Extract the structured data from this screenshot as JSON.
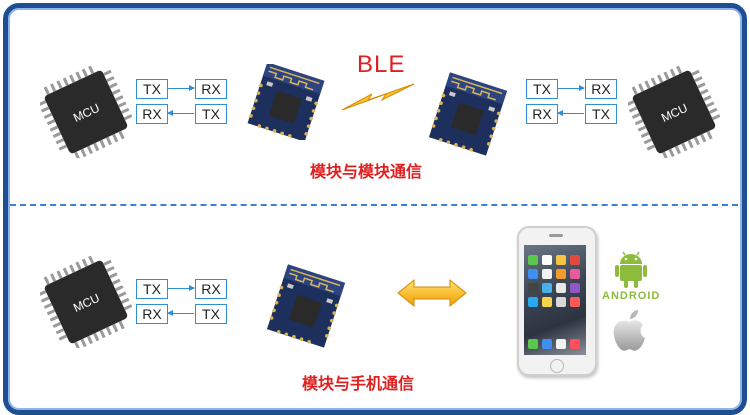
{
  "top": {
    "protocol_label": "BLE",
    "caption": "模块与模块通信",
    "left_mcu_label": "MCU",
    "right_mcu_label": "MCU",
    "left_pins": [
      {
        "a": "TX",
        "b": "RX"
      },
      {
        "a": "RX",
        "b": "TX"
      }
    ],
    "right_pins": [
      {
        "a": "TX",
        "b": "RX"
      },
      {
        "a": "RX",
        "b": "TX"
      }
    ]
  },
  "bottom": {
    "caption": "模块与手机通信",
    "mcu_label": "MCU",
    "pins": [
      {
        "a": "TX",
        "b": "RX"
      },
      {
        "a": "RX",
        "b": "TX"
      }
    ],
    "android_wordmark": "ANDROID"
  },
  "icons": {
    "mcu": "mcu-chip-icon",
    "module": "ble-module-icon",
    "lightning": "lightning-icon",
    "double_arrow": "double-arrow-icon",
    "phone": "iphone-icon",
    "android": "android-logo-icon",
    "apple": "apple-logo-icon"
  },
  "colors": {
    "frame": "#1f4f92",
    "divider": "#3d7fd6",
    "caption": "#e02020",
    "pin_border": "#2f8fd6",
    "android": "#8dbb3c"
  }
}
